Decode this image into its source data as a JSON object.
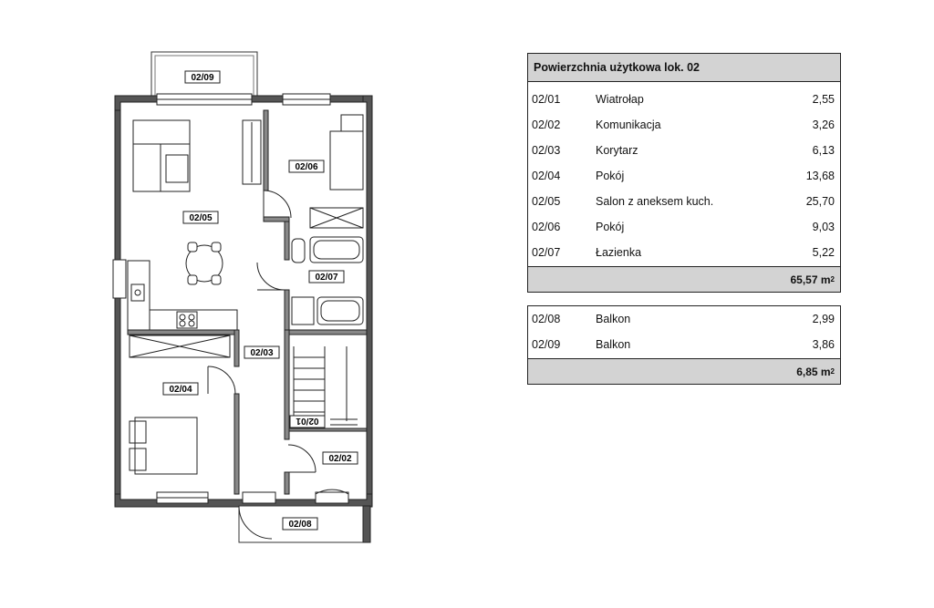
{
  "plan": {
    "labels": {
      "r0209": "02/09",
      "r0205": "02/05",
      "r0206": "02/06",
      "r0207": "02/07",
      "r0203": "02/03",
      "r0204": "02/04",
      "r0201": "02/01",
      "r0202": "02/02",
      "r0208": "02/08"
    }
  },
  "table_main": {
    "title": "Powierzchnia użytkowa lok. 02",
    "rows": [
      {
        "id": "02/01",
        "name": "Wiatrołap",
        "area": "2,55"
      },
      {
        "id": "02/02",
        "name": "Komunikacja",
        "area": "3,26"
      },
      {
        "id": "02/03",
        "name": "Korytarz",
        "area": "6,13"
      },
      {
        "id": "02/04",
        "name": "Pokój",
        "area": "13,68"
      },
      {
        "id": "02/05",
        "name": "Salon z aneksem kuch.",
        "area": "25,70"
      },
      {
        "id": "02/06",
        "name": "Pokój",
        "area": "9,03"
      },
      {
        "id": "02/07",
        "name": "Łazienka",
        "area": "5,22"
      }
    ],
    "total_value": "65,57 m",
    "total_unit_sup": "2"
  },
  "table_balcony": {
    "rows": [
      {
        "id": "02/08",
        "name": "Balkon",
        "area": "2,99"
      },
      {
        "id": "02/09",
        "name": "Balkon",
        "area": "3,86"
      }
    ],
    "total_value": "6,85 m",
    "total_unit_sup": "2"
  }
}
